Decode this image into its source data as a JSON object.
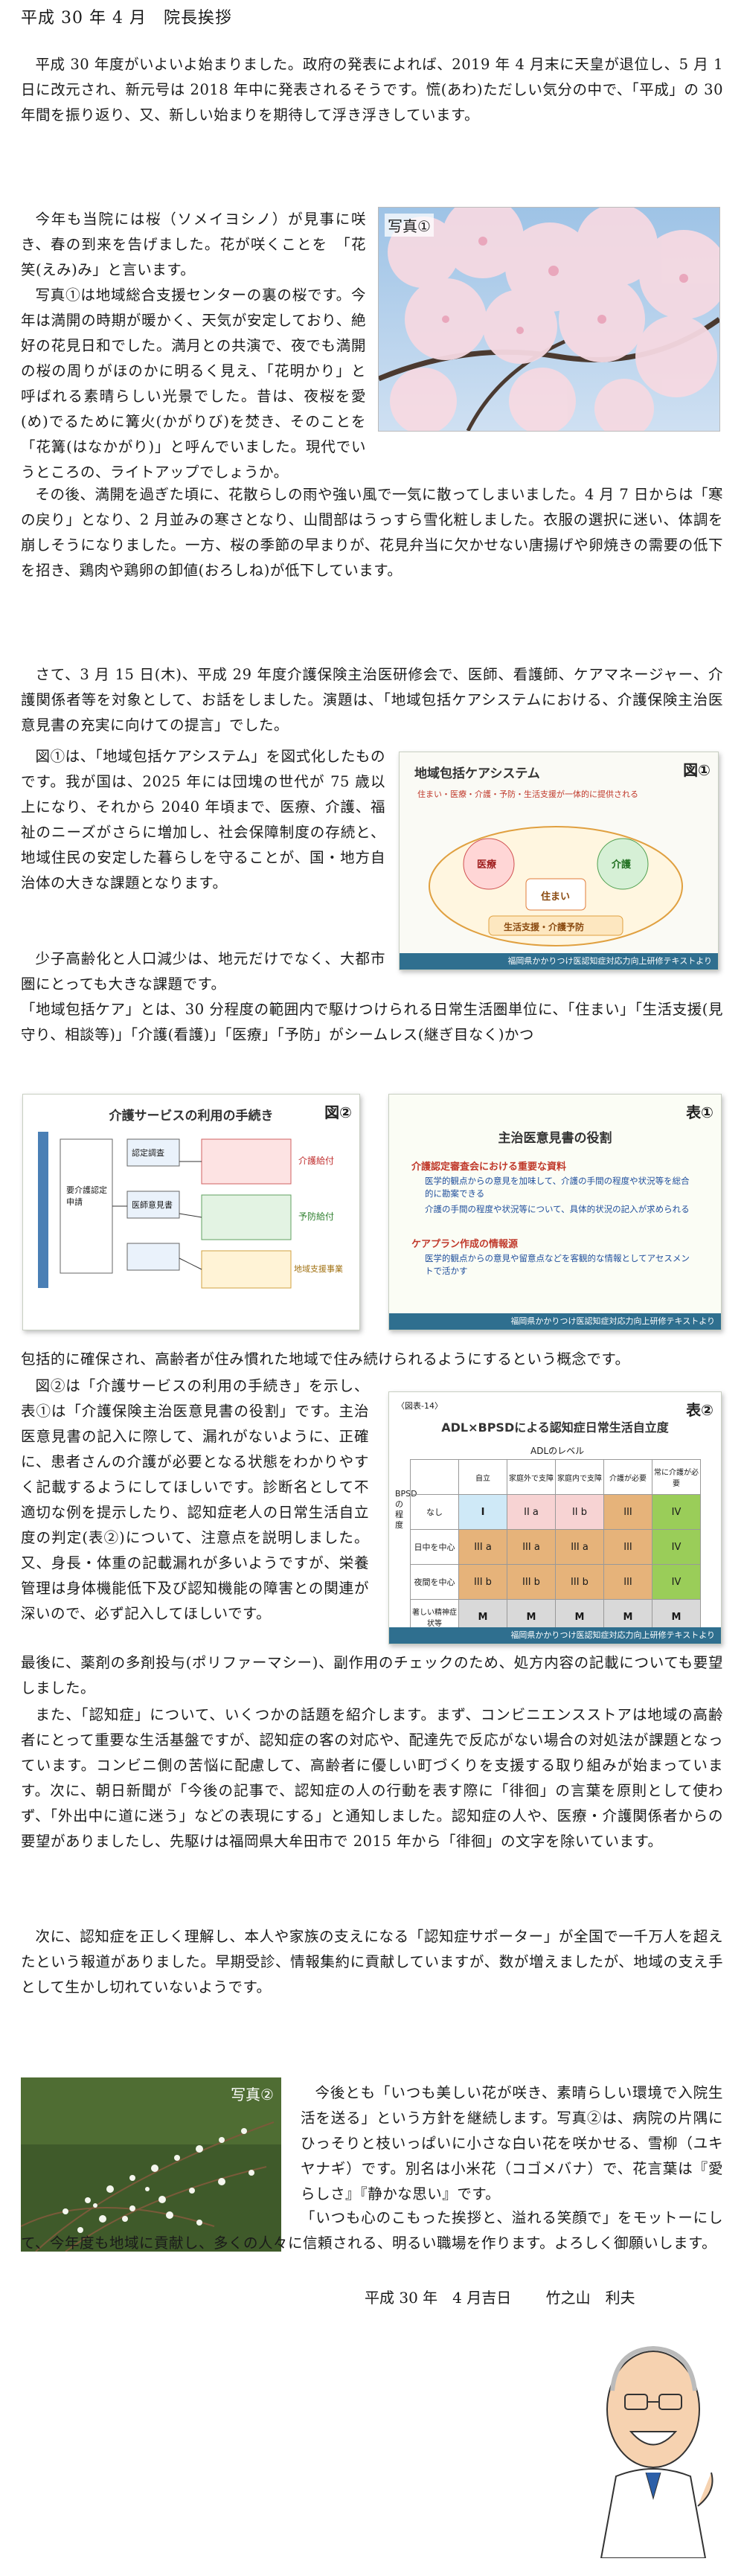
{
  "header": {
    "text": "平成 30 年 4 月　院長挨拶"
  },
  "paragraphs": {
    "p1": "平成 30 年度がいよいよ始まりました。政府の発表によれば、2019 年 4 月末に天皇が退位し、5 月 1 日に改元され、新元号は 2018 年中に発表されるそうです。慌(あわ)ただしい気分の中で、「平成」の 30 年間を振り返り、又、新しい始まりを期待して浮き浮きしています。",
    "p2": "今年も当院には桜（ソメイヨシノ）が見事に咲き、春の到来を告げました。花が咲くことを　「花笑(えみ)み」と言います。",
    "p3": "写真①は地域総合支援センターの裏の桜です。今年は満開の時期が暖かく、天気が安定しており、絶好の花見日和でした。満月との共演で、夜でも満開の桜の周りがほのかに明るく見え、「花明かり」と呼ばれる素晴らしい光景でした。昔は、夜桜を愛(め)でるために篝火(かがりび)を焚き、そのことを「花篝(はなかがり)」と呼んでいました。現代でいうところの、ライトアップでしょうか。",
    "p4": "その後、満開を過ぎた頃に、花散らしの雨や強い風で一気に散ってしまいました。4 月 7 日からは「寒の戻り」となり、2 月並みの寒さとなり、山間部はうっすら雪化粧しました。衣服の選択に迷い、体調を崩しそうになりました。一方、桜の季節の早まりが、花見弁当に欠かせない唐揚げや卵焼きの需要の低下を招き、鶏肉や鶏卵の卸値(おろしね)が低下しています。",
    "p5": "さて、3 月 15 日(木)、平成 29 年度介護保険主治医研修会で、医師、看護師、ケアマネージャー、介護関係者等を対象として、お話をしました。演題は、「地域包括ケアシステムにおける、介護保険主治医意見書の充実に向けての提言」でした。",
    "p6": "図①は、「地域包括ケアシステム」を図式化したものです。我が国は、2025 年には団塊の世代が 75 歳以上になり、それから 2040 年頃まで、医療、介護、福祉のニーズがさらに増加し、社会保障制度の存続と、地域住民の安定した暮らしを守ることが、国・地方自治体の大きな課題となります。",
    "p7": "少子高齢化と人口減少は、地元だけでなく、大都市圏にとっても大きな課題です。",
    "p8": "「地域包括ケア」とは、30 分程度の範囲内で駆けつけられる日常生活圏単位に、「住まい」「生活支援(見守り、相談等)」「介護(看護)」「医療」「予防」がシームレス(継ぎ目なく)かつ",
    "p9": "包括的に確保され、高齢者が住み慣れた地域で住み続けられるようにするという概念です。",
    "p10": "図②は「介護サービスの利用の手続き」を示し、表①は「介護保険主治医意見書の役割」です。主治医意見書の記入に際して、漏れがないように、正確に、患者さんの介護が必要となる状態をわかりやすく記載するようにしてほしいです。診断名として不適切な例を提示したり、認知症老人の日常生活自立度の判定(表②)について、注意点を説明しました。又、身長・体重の記載漏れが多いようですが、栄養管理は身体機能低下及び認知機能の障害との関連が深いので、必ず記入してほしいです。",
    "p11": "最後に、薬剤の多剤投与(ポリファーマシー)、副作用のチェックのため、処方内容の記載についても要望しました。",
    "p12": "また、「認知症」について、いくつかの話題を紹介します。まず、コンビニエンスストアは地域の高齢者にとって重要な生活基盤ですが、認知症の客の対応や、配達先で反応がない場合の対処法が課題となっています。コンビニ側の苦悩に配慮して、高齢者に優しい町づくりを支援する取り組みが始まっています。次に、朝日新聞が「今後の記事で、認知症の人の行動を表す際に「徘徊」の言葉を原則として使わず、「外出中に道に迷う」などの表現にする」と通知しました。認知症の人や、医療・介護関係者からの要望がありましたし、先駆けは福岡県大牟田市で 2015 年から「徘徊」の文字を除いています。",
    "p13": "次に、認知症を正しく理解し、本人や家族の支えになる「認知症サポーター」が全国で一千万人を超えたという報道がありました。早期受診、情報集約に貢献していますが、数が増えましたが、地域の支え手として生かし切れていないようです。",
    "p14": "今後とも「いつも美しい花が咲き、素晴らしい環境で入院生活を送る」という方針を継続します。写真②は、病院の片隅にひっそりと枝いっぱいに小さな白い花を咲かせる、雪柳（ユキヤナギ）です。別名は小米花（コゴメバナ）で、花言葉は『愛らしさ』『静かな思い』です。",
    "p15": "「いつも心のこもった挨拶と、溢れる笑顔で」をモットーにして、今年度も地域に貢献し、多くの人々に信頼される、明るい職場を作ります。よろしく御願いします。"
  },
  "signature": {
    "date": "平成 30 年　4 月吉日",
    "name": "竹之山　利夫"
  },
  "photo1": {
    "caption": "写真①"
  },
  "photo2": {
    "caption": "写真②"
  },
  "fig1": {
    "badge": "図①",
    "title": "地域包括ケアシステム",
    "lead": "住まい・医療・介護・予防・生活支援が一体的に提供される",
    "nodes": [
      "医療",
      "介護",
      "住まい",
      "生活支援・介護予防"
    ],
    "footer": "福岡県かかりつけ医認知症対応力向上研修テキストより"
  },
  "fig2": {
    "badge": "図②",
    "title": "介護サービスの利用の手続き",
    "boxes": [
      "要介護認定申請",
      "認定調査",
      "医師意見書",
      "介護給付",
      "予防給付",
      "地域支援事業"
    ]
  },
  "table1": {
    "badge": "表①",
    "title": "主治医意見書の役割",
    "h1": "介護認定審査会における重要な資料",
    "b1": "医学的観点からの意見を加味して、介護の手間の程度や状況等を総合的に勘案できる",
    "b2": "介護の手間の程度や状況等について、具体的状況の記入が求められる",
    "h2": "ケアプラン作成の情報源",
    "b3": "医学的観点からの意見や留意点などを客観的な情報としてアセスメントで活かす",
    "footer": "福岡県かかりつけ医認知症対応力向上研修テキストより"
  },
  "table2": {
    "badge": "表②",
    "label": "〈図表-14〉",
    "title": "ADL×BPSDによる認知症日常生活自立度",
    "col_head": "ADLのレベル",
    "row_head": "BPSDの程度",
    "cols": [
      "自立",
      "家庭外で支障",
      "家庭内で支障",
      "介護が必要",
      "常に介護が必要"
    ],
    "rows": [
      {
        "label": "なし",
        "cells": [
          "I",
          "II a",
          "II b",
          "III",
          "IV"
        ]
      },
      {
        "label": "日中を中心",
        "cells": [
          "III a",
          "III a",
          "III a",
          "III",
          "IV"
        ]
      },
      {
        "label": "夜間を中心",
        "cells": [
          "III b",
          "III b",
          "III b",
          "III",
          "IV"
        ]
      },
      {
        "label": "著しい精神症状等",
        "cells": [
          "M",
          "M",
          "M",
          "M",
          "M"
        ]
      }
    ],
    "footer": "福岡県かかりつけ医認知症対応力向上研修テキストより"
  }
}
